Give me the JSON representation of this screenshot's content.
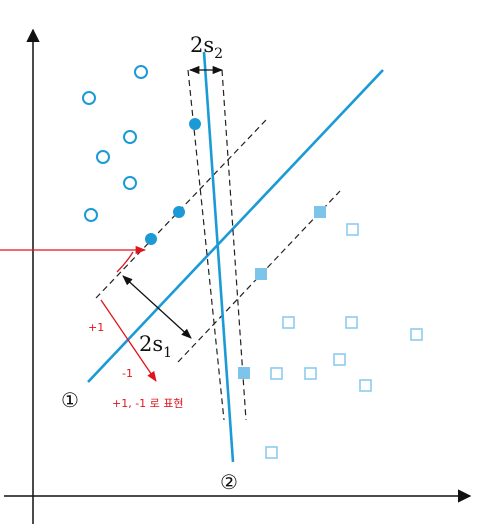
{
  "colors": {
    "accent": "#1c9ad6",
    "square_light": "#8ccbee",
    "square_filled": "#7cc4ea",
    "annotation": "#e0141c",
    "ink": "#111111"
  },
  "labels": {
    "margin_2": {
      "main": "2s",
      "sub": "2"
    },
    "margin_1": {
      "main": "2s",
      "sub": "1"
    },
    "line_1": "①",
    "line_2": "②"
  },
  "annotations": {
    "plus": "+1",
    "minus": "-1",
    "note": "+1, -1 로 표현"
  }
}
